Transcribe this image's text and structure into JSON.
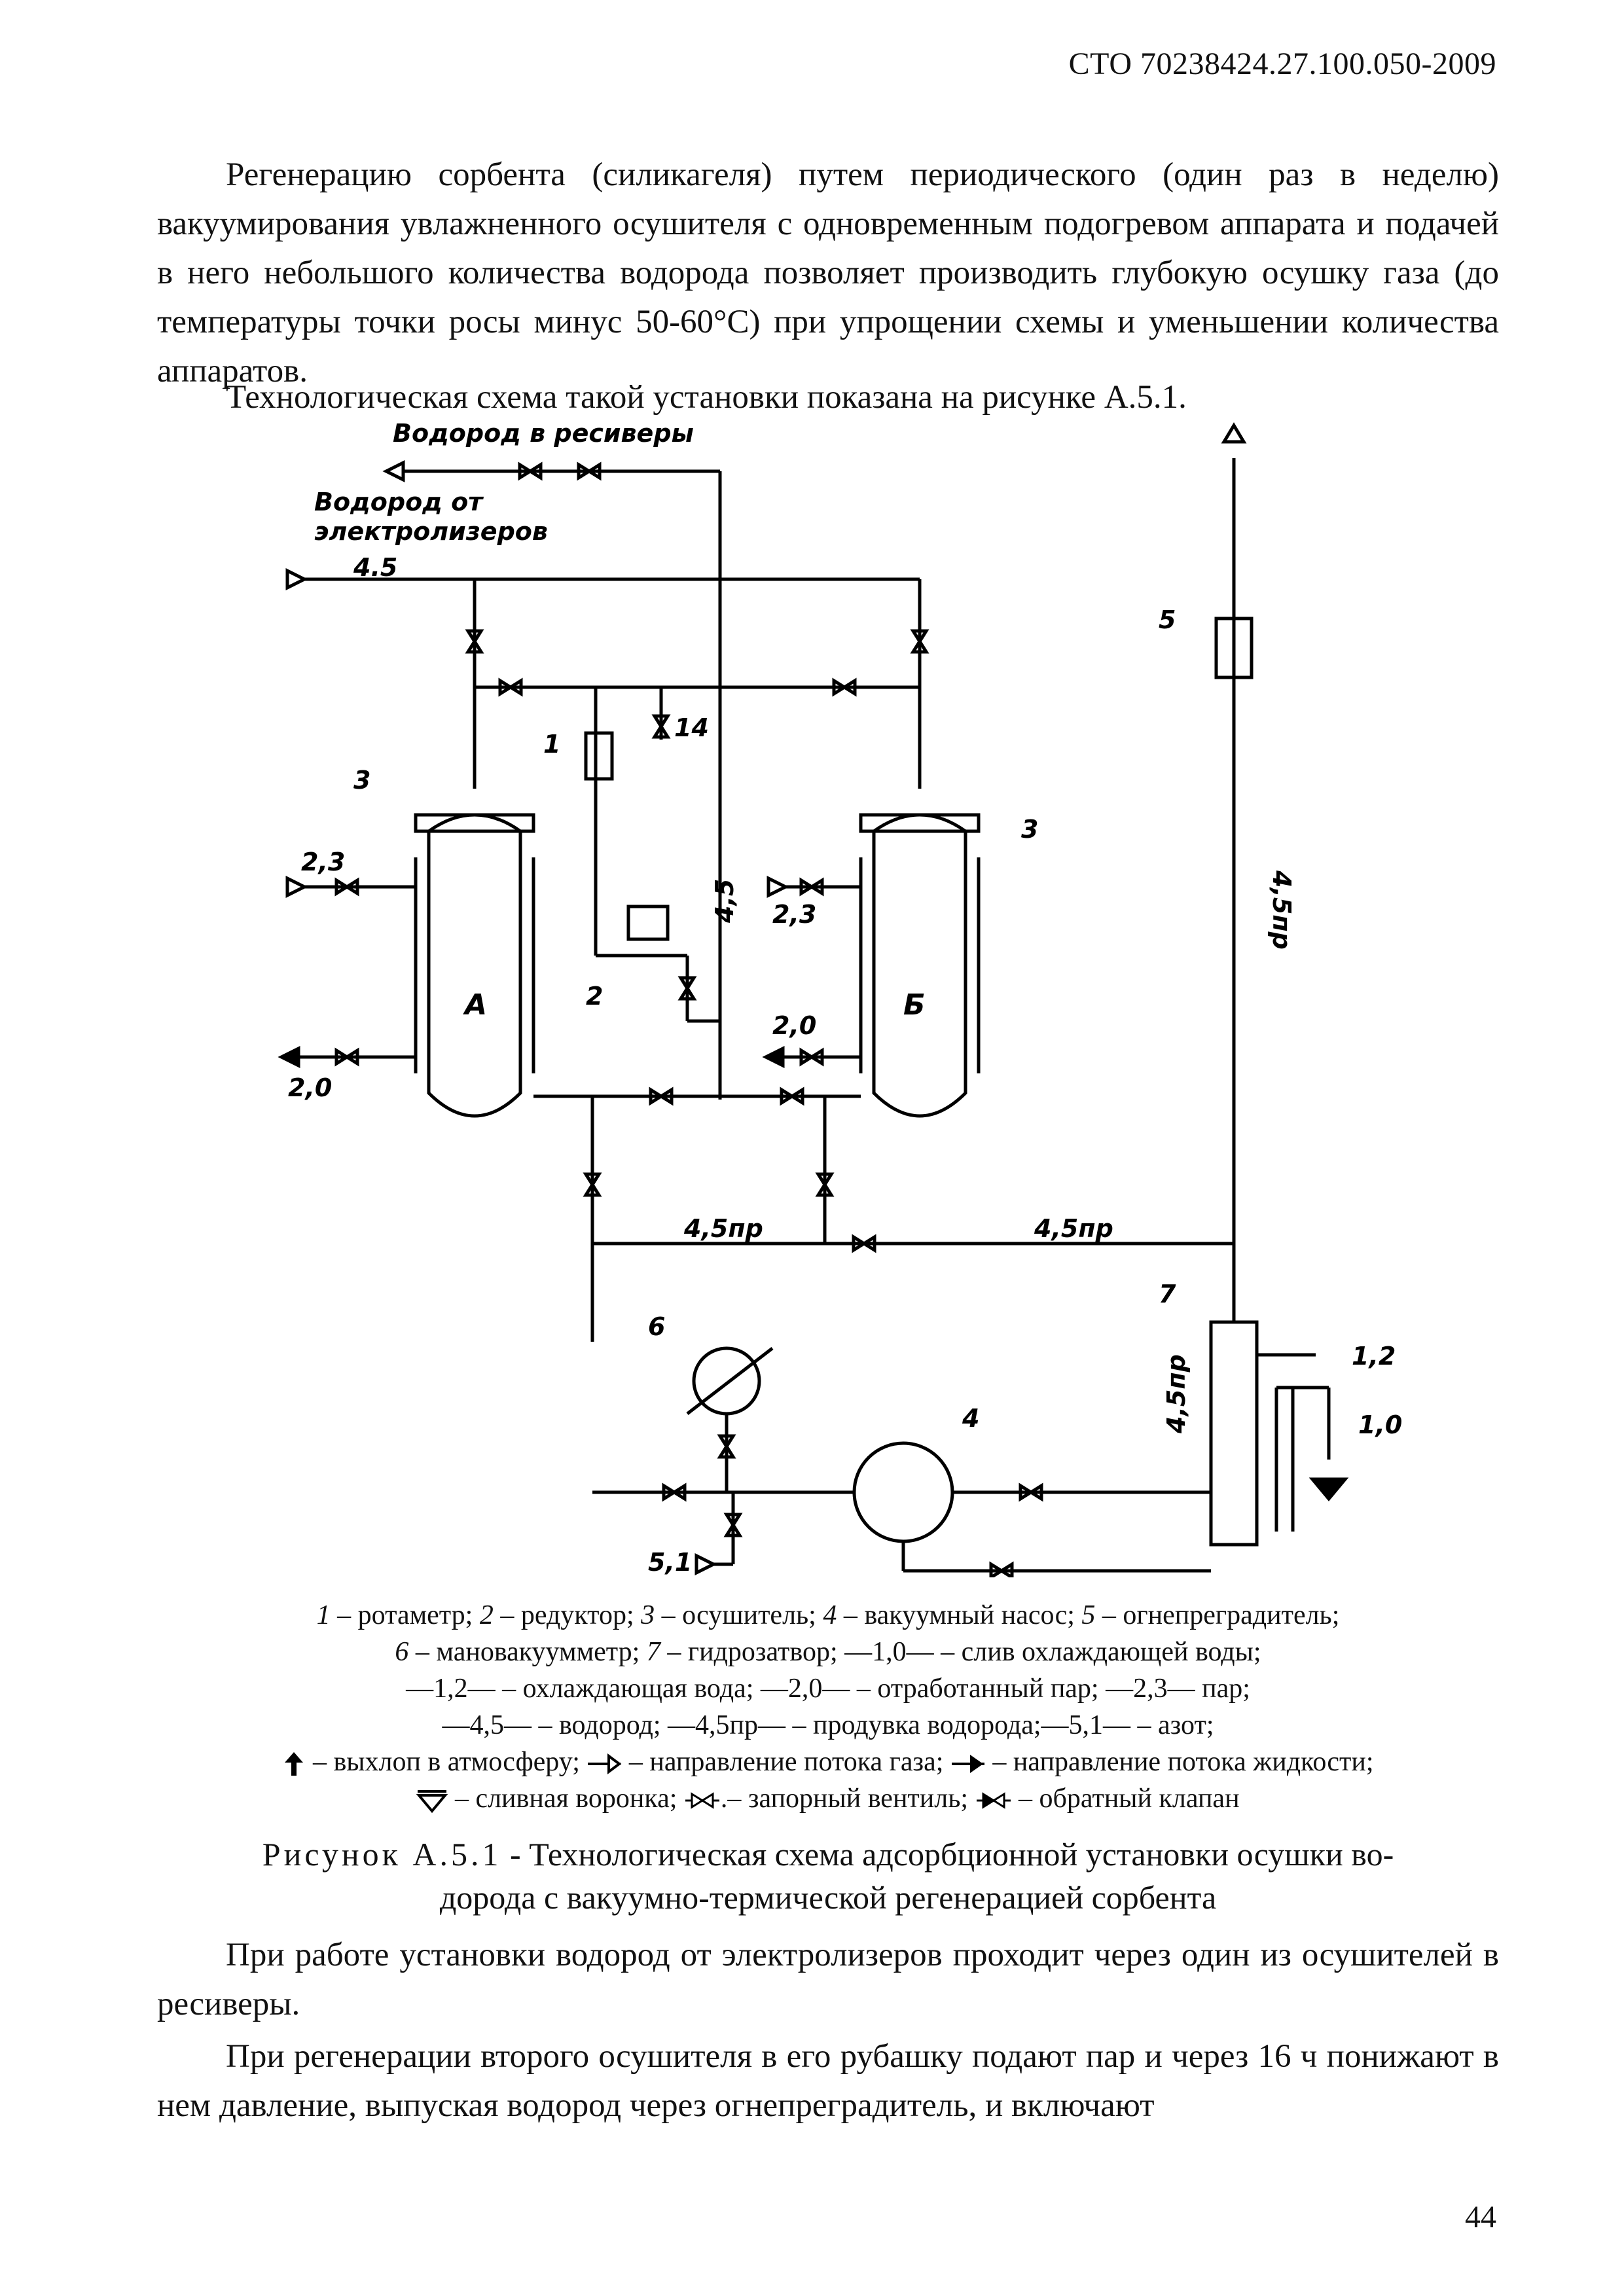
{
  "header": {
    "code": "СТО 70238424.27.100.050-2009"
  },
  "paragraphs": {
    "p1": "Регенерацию сорбента (силикагеля) путем периодического (один раз в неделю) вакуумирования увлажненного осушителя с одновременным подогревом аппарата и подачей в него небольшого количества водорода позволяет производить глубокую осушку газа (до температуры точки росы минус 50-60°С) при упрощении схемы и уменьшении количества аппаратов.",
    "p2": "Технологическая схема такой установки показана на рисунке А.5.1.",
    "p3": "При работе установки водород от электролизеров проходит через один из осушителей в ресиверы.",
    "p4": "При регенерации второго осушителя в его рубашку подают пар и через 16 ч понижают в нем давление, выпуская водород через огнепреградитель, и включают"
  },
  "diagram": {
    "labels": {
      "h2_to_receivers": "Водород в ресиверы",
      "h2_from_1": "Водород от",
      "h2_from_2": "электролизеров",
      "line_45": "4.5",
      "line_45_vert": "4,5",
      "line_45pr": "4,5пр",
      "line_23": "2,3",
      "line_20": "2,0",
      "line_12": "1,2",
      "line_10": "1,0",
      "line_51": "5,1",
      "vessel_a": "А",
      "vessel_b": "Б",
      "n1": "1",
      "n2": "2",
      "n3": "3",
      "n4": "4",
      "n5": "5",
      "n6": "6",
      "n7": "7",
      "n14": "14"
    }
  },
  "legend": {
    "line1_n1": "1",
    "line1_t1": " – ротаметр; ",
    "line1_n2": "2",
    "line1_t2": " – редуктор; ",
    "line1_n3": "3",
    "line1_t3": " – осушитель; ",
    "line1_n4": "4",
    "line1_t4": " – вакуумный насос; ",
    "line1_n5": "5",
    "line1_t5": " – огнепреградитель;",
    "line2_n6": "6",
    "line2_t6": " – мановакуумметр; ",
    "line2_n7": "7",
    "line2_t7": " – гидрозатвор; —1,0— – слив охлаждающей воды;",
    "line3": "—1,2— – охлаждающая вода; —2,0— – отработанный пар; —2,3— пар;",
    "line4": "—4,5— – водород; —4,5пр— – продувка водорода;—5,1— – азот;",
    "sym1": " – выхлоп в атмосферу; ",
    "sym2": " – направление потока газа; ",
    "sym3": " – направление потока жидкости;",
    "sym4": " – сливная воронка; ",
    "sym5": ".– запорный вентиль; ",
    "sym6": " – обратный клапан"
  },
  "caption": {
    "prefix": "Рисунок А.5.1",
    "line1": " - Технологическая схема адсорбционной установки осушки во-",
    "line2": "дорода с вакуумно-термической регенерацией сорбента"
  },
  "page_number": "44"
}
